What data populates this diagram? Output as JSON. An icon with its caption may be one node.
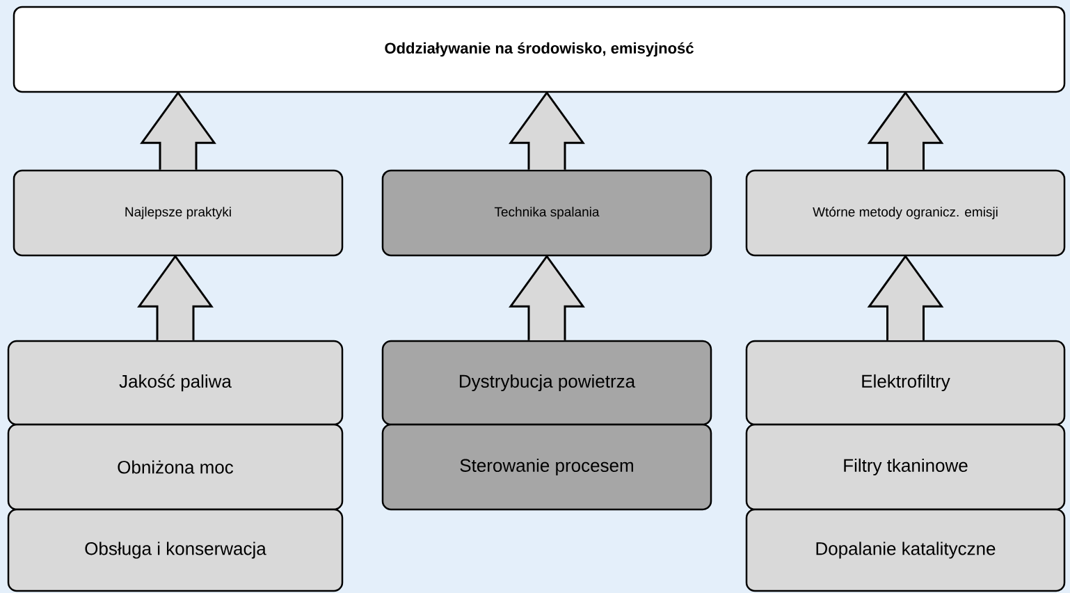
{
  "diagram": {
    "nodes": [
      {
        "text": [
          "Oddziaływanie na środowisko, emisyjność"
        ]
      },
      {
        "text": [
          "Najlepsze praktyki"
        ]
      },
      {
        "text": [
          "Technika spalania"
        ]
      },
      {
        "text": [
          "Wtórne metody ogranicz. emisji"
        ]
      },
      {
        "text": [
          "Jakość paliwa"
        ]
      },
      {
        "text": [
          "Obniżona moc"
        ]
      },
      {
        "text": [
          "Obsługa i konserwacja"
        ]
      },
      {
        "text": [
          "Dystrybucja powietrza"
        ]
      },
      {
        "text": [
          "Sterowanie procesem"
        ]
      },
      {
        "text": [
          "Elektrofiltry"
        ]
      },
      {
        "text": [
          "Filtry tkaninowe"
        ]
      },
      {
        "text": [
          "Dopalanie katalityczne"
        ]
      }
    ],
    "edges": [
      {
        "from": 1,
        "to": 0,
        "arrow": "to"
      },
      {
        "from": 2,
        "to": 0,
        "arrow": "to"
      },
      {
        "from": 3,
        "to": 0,
        "arrow": "to"
      },
      {
        "from": 4,
        "to": 1,
        "arrow": "to"
      },
      {
        "from": 7,
        "to": 2,
        "arrow": "to"
      },
      {
        "from": 9,
        "to": 3,
        "arrow": "to"
      }
    ]
  }
}
